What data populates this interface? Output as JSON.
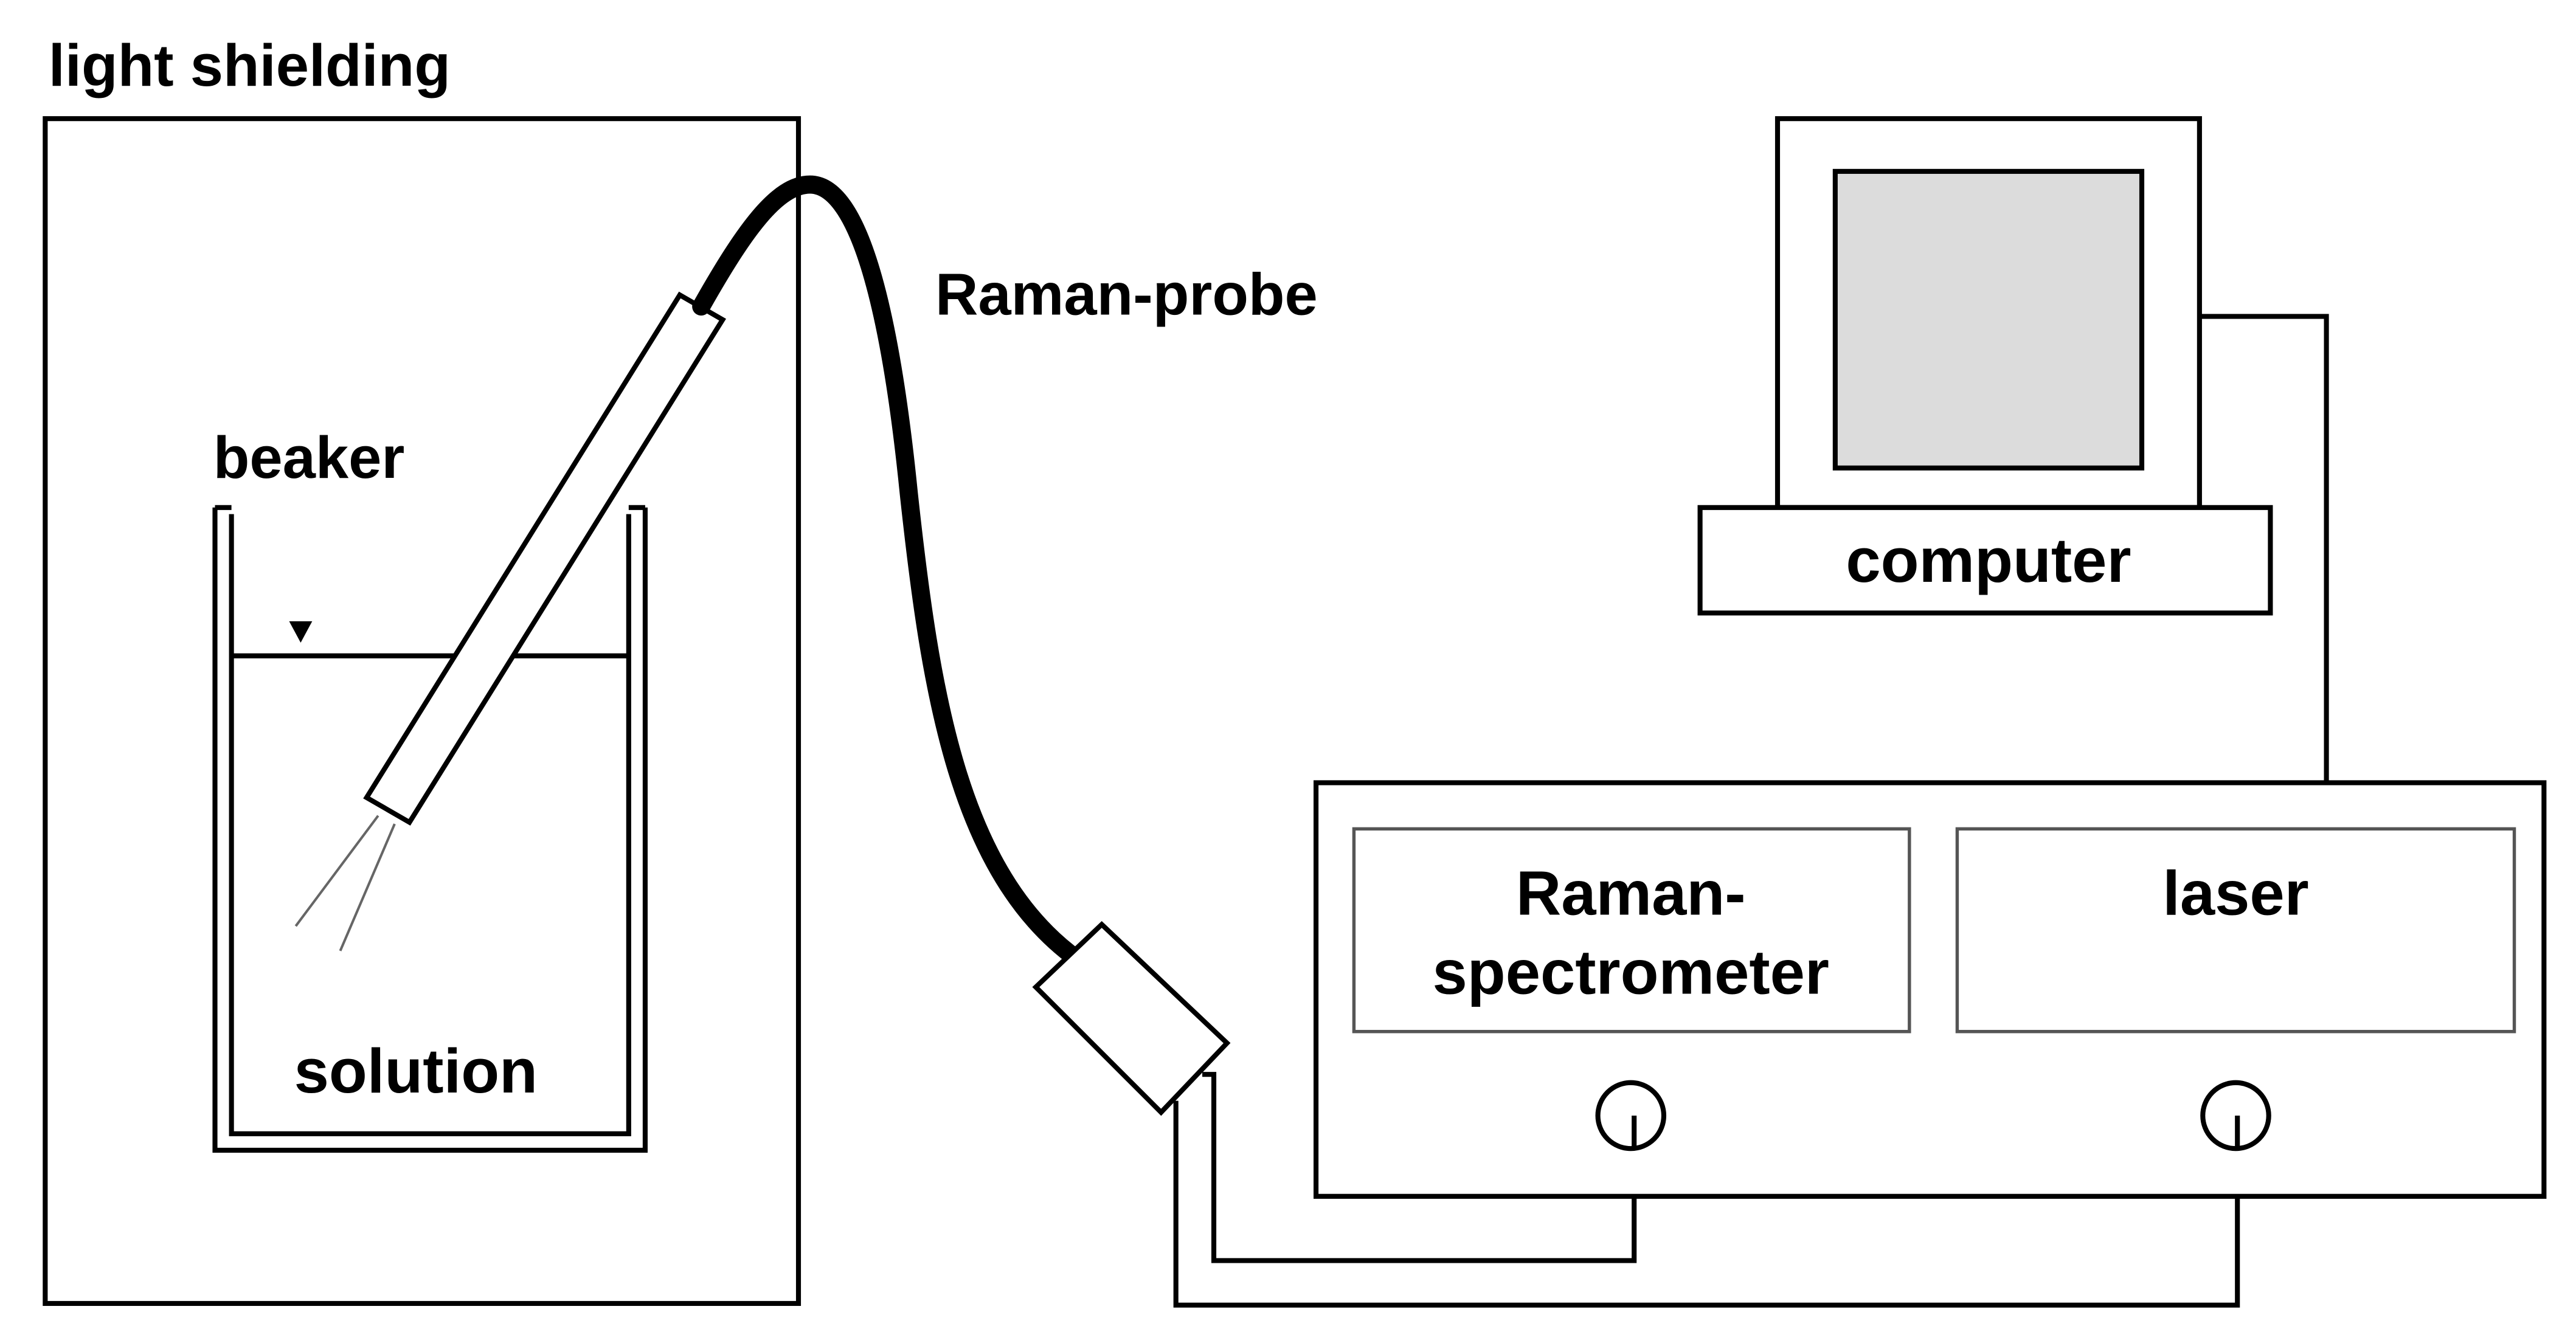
{
  "labels": {
    "light_shielding": "light shielding",
    "raman_probe": "Raman-probe",
    "beaker": "beaker",
    "solution": "solution",
    "computer": "computer",
    "raman_spectrometer_line1": "Raman-",
    "raman_spectrometer_line2": "spectrometer",
    "laser": "laser"
  },
  "colors": {
    "line": "#000000",
    "background": "#ffffff",
    "screen": "#dcdcdc",
    "panel_border": "#555555"
  }
}
